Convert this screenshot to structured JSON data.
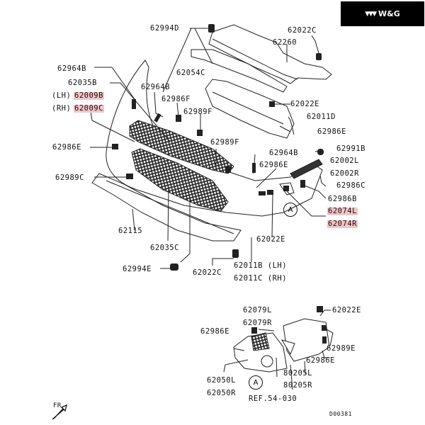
{
  "brand": {
    "logo_text": "W&G",
    "logo_icon": "triple-chevron-icon"
  },
  "diagram_id": "D00381",
  "orientation_label": "FR",
  "callout": "A",
  "reference": "REF.54-030",
  "side_labels": {
    "lh": "(LH)",
    "rh": "(RH)"
  },
  "highlight_color": "#f3c4c8",
  "parts": {
    "p62994D": "62994D",
    "p62022C_top": "62022C",
    "p62260": "62260",
    "p62964B_a": "62964B",
    "p62054C": "62054C",
    "p62035B": "62035B",
    "p62009B": "62009B",
    "p62009C": "62009C",
    "p62964B_b": "62964B",
    "p62986F": "62986F",
    "p62989F_a": "62989F",
    "p62022E_a": "62022E",
    "p62011D": "62011D",
    "p62986E_a": "62986E",
    "p62986E_b": "62986E",
    "p62989F_b": "62989F",
    "p62964B_c": "62964B",
    "p62991B": "62991B",
    "p62986E_c": "62986E",
    "p62002L": "62002L",
    "p62002R": "62002R",
    "p62989C": "62989C",
    "p62986C": "62986C",
    "p62986B": "62986B",
    "p62074L": "62074L",
    "p62074R": "62074R",
    "p62115": "62115",
    "p62022E_b": "62022E",
    "p62035C": "62035C",
    "p62011B": "62011B (LH)",
    "p62011C": "62011C (RH)",
    "p62994E": "62994E",
    "p62022C_b": "62022C",
    "p62079L": "62079L",
    "p62079R": "62079R",
    "p62022E_c": "62022E",
    "p62986E_d": "62986E",
    "p62989E": "62989E",
    "p62986E_e": "62986E",
    "p80205L": "80205L",
    "p80205R": "80205R",
    "p62050L": "62050L",
    "p62050R": "62050R"
  }
}
